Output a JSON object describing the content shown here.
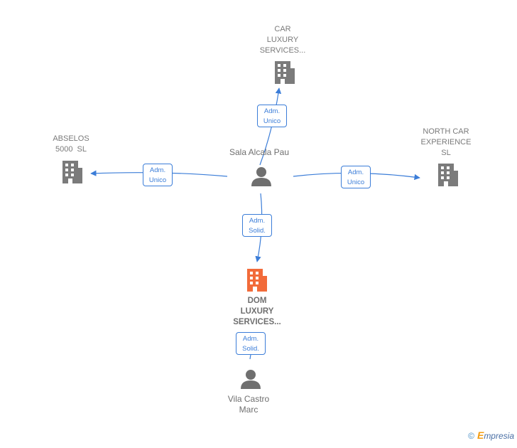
{
  "nodes": {
    "car_luxury": {
      "label_lines": [
        "CAR",
        "LUXURY",
        "SERVICES..."
      ]
    },
    "abselos": {
      "label_lines": [
        "ABSELOS",
        "5000  SL"
      ]
    },
    "north_car": {
      "label_lines": [
        "NORTH CAR",
        "EXPERIENCE",
        "SL"
      ]
    },
    "dom_luxury": {
      "label_lines": [
        "DOM",
        "LUXURY",
        "SERVICES..."
      ]
    },
    "sala_alcala": {
      "label": "Sala Alcala Pau"
    },
    "vila_castro": {
      "label_lines": [
        "Vila Castro",
        "Marc"
      ]
    }
  },
  "roles": {
    "to_car_luxury": [
      "Adm.",
      "Unico"
    ],
    "to_abselos": [
      "Adm.",
      "Unico"
    ],
    "to_north_car": [
      "Adm.",
      "Unico"
    ],
    "to_dom_luxury": [
      "Adm.",
      "Solid."
    ],
    "vila_to_dom": [
      "Adm.",
      "Solid."
    ]
  },
  "colors": {
    "company": "#7b7b7b",
    "company_main": "#f26b3a",
    "person": "#6f6f6f",
    "edge": "#3b7dd8"
  },
  "brand": {
    "copyright": "©",
    "e": "E",
    "rest": "mpresia"
  }
}
